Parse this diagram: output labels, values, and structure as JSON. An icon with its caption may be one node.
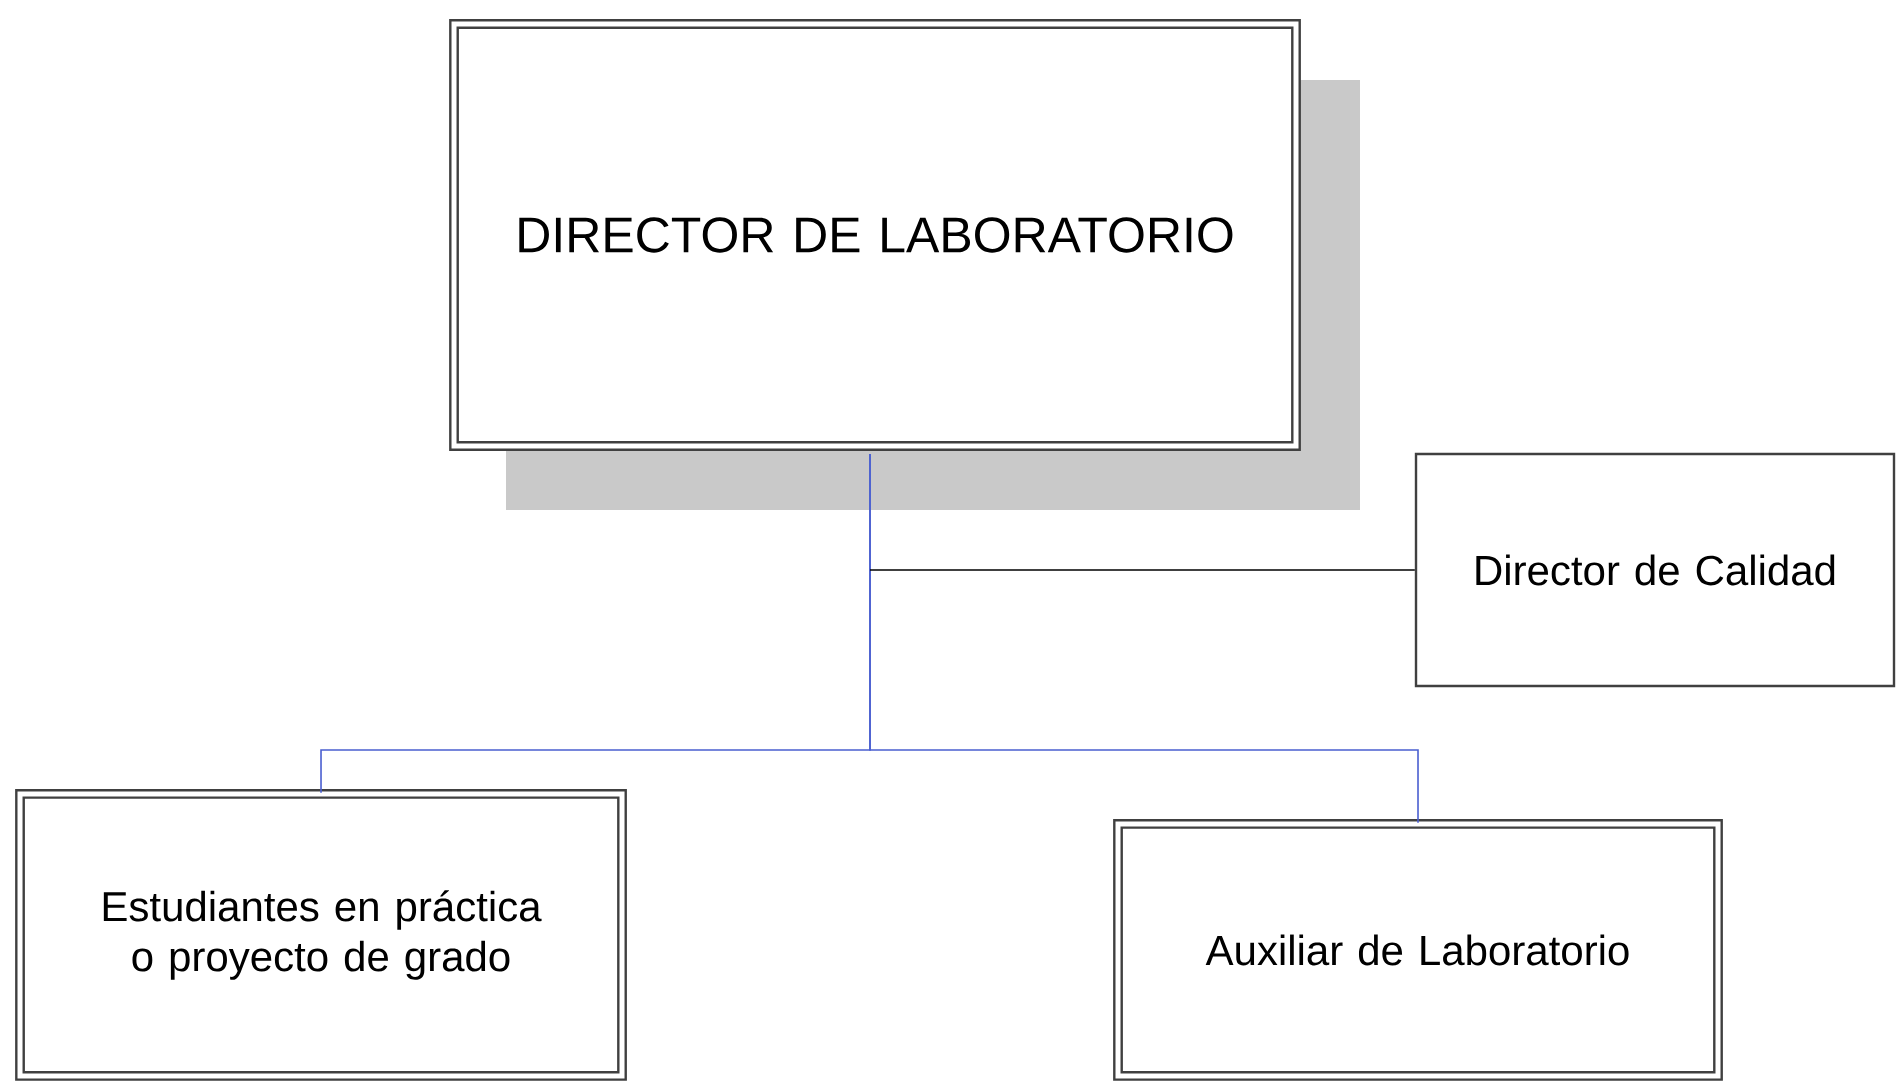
{
  "diagram": {
    "nodes": [
      {
        "text": [
          "DIRECTOR DE LABORATORIO"
        ]
      },
      {
        "text": [
          "Director de Calidad"
        ]
      },
      {
        "text": [
          "Estudiantes en práctica o proyecto de grado"
        ]
      },
      {
        "text": [
          "Auxiliar de Laboratorio"
        ]
      }
    ],
    "edges": [
      {
        "from": 0,
        "to": 2,
        "arrow": "none"
      },
      {
        "from": 0,
        "to": 3,
        "arrow": "none"
      },
      {
        "from": 0,
        "to": 1,
        "arrow": "none",
        "color": "#000000"
      }
    ]
  }
}
